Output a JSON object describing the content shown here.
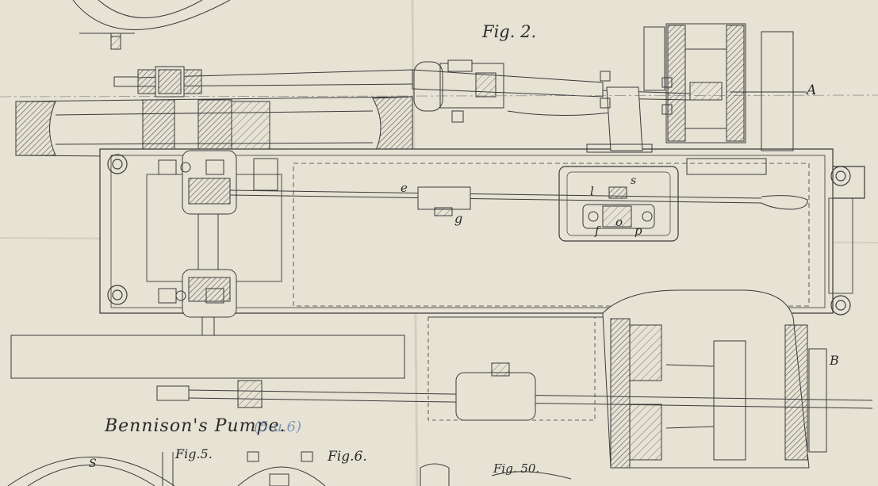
{
  "labels": {
    "fig2": "Fig. 2.",
    "letter_a": "A",
    "letter_b": "B",
    "letter_e": "e",
    "letter_g": "g",
    "letter_l": "l",
    "letter_s": "s",
    "letter_f": "f",
    "letter_o": "o",
    "letter_p": "p",
    "title": "Bennison's Pumpe.",
    "title_note": "(5 u.6)",
    "fig5": "Fig.5.",
    "fig6": "Fig.6.",
    "fig50": "Fig. 50.",
    "letter_s_upper": "S"
  },
  "colors": {
    "paper": "#e6e2d4",
    "ink": "#3a3a3a",
    "hatch": "#5a5a5a",
    "pencil_note": "#7e97b6"
  }
}
